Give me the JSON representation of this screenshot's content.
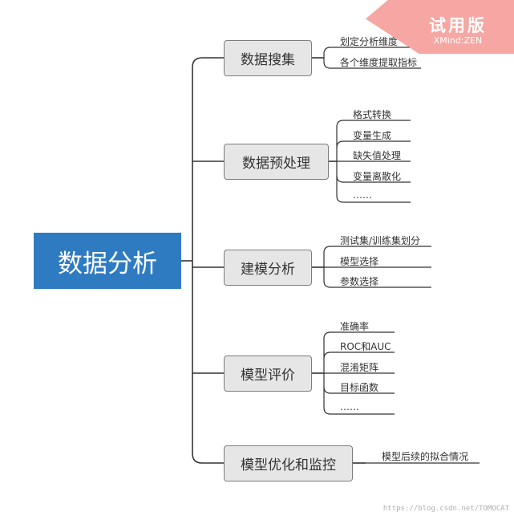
{
  "root": "数据分析",
  "branches": [
    {
      "label": "数据搜集",
      "children": [
        "划定分析维度",
        "各个维度提取指标"
      ]
    },
    {
      "label": "数据预处理",
      "children": [
        "格式转换",
        "变量生成",
        "缺失值处理",
        "变量离散化",
        "……"
      ]
    },
    {
      "label": "建模分析",
      "children": [
        "测试集/训练集划分",
        "模型选择",
        "参数选择"
      ]
    },
    {
      "label": "模型评价",
      "children": [
        "准确率",
        "ROC和AUC",
        "混淆矩阵",
        "目标函数",
        "……"
      ]
    },
    {
      "label": "模型优化和监控",
      "children": [
        "模型后续的拟合情况"
      ]
    }
  ],
  "badge": {
    "title": "试用版",
    "subtitle": "XMind:ZEN"
  },
  "watermark": "https://blog.csdn.net/TOMOCAT"
}
